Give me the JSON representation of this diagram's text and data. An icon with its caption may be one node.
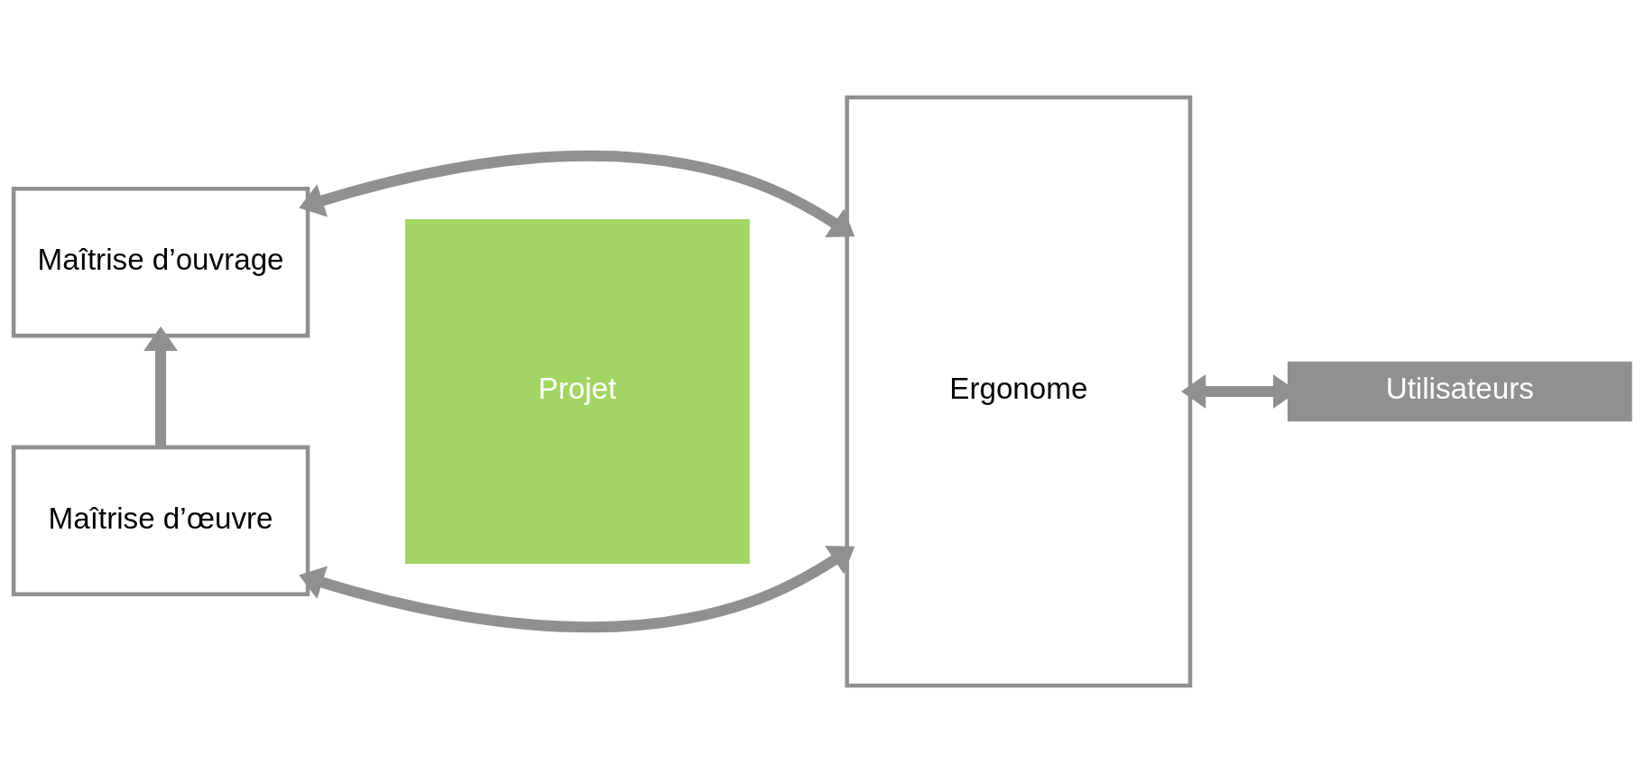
{
  "diagram": {
    "nodes": [
      {
        "text": [
          "Maîtrise d’ouvrage"
        ]
      },
      {
        "text": [
          "Maîtrise d’œuvre"
        ]
      },
      {
        "text": [
          "Projet"
        ]
      },
      {
        "text": [
          "Ergonome"
        ]
      },
      {
        "text": [
          "Utilisateurs"
        ]
      }
    ],
    "edges": [
      {
        "from": 0,
        "to": 3,
        "arrow": "both"
      },
      {
        "from": 1,
        "to": 0,
        "arrow": "to"
      },
      {
        "from": 1,
        "to": 3,
        "arrow": "both"
      },
      {
        "from": 3,
        "to": 4,
        "arrow": "both"
      }
    ]
  }
}
